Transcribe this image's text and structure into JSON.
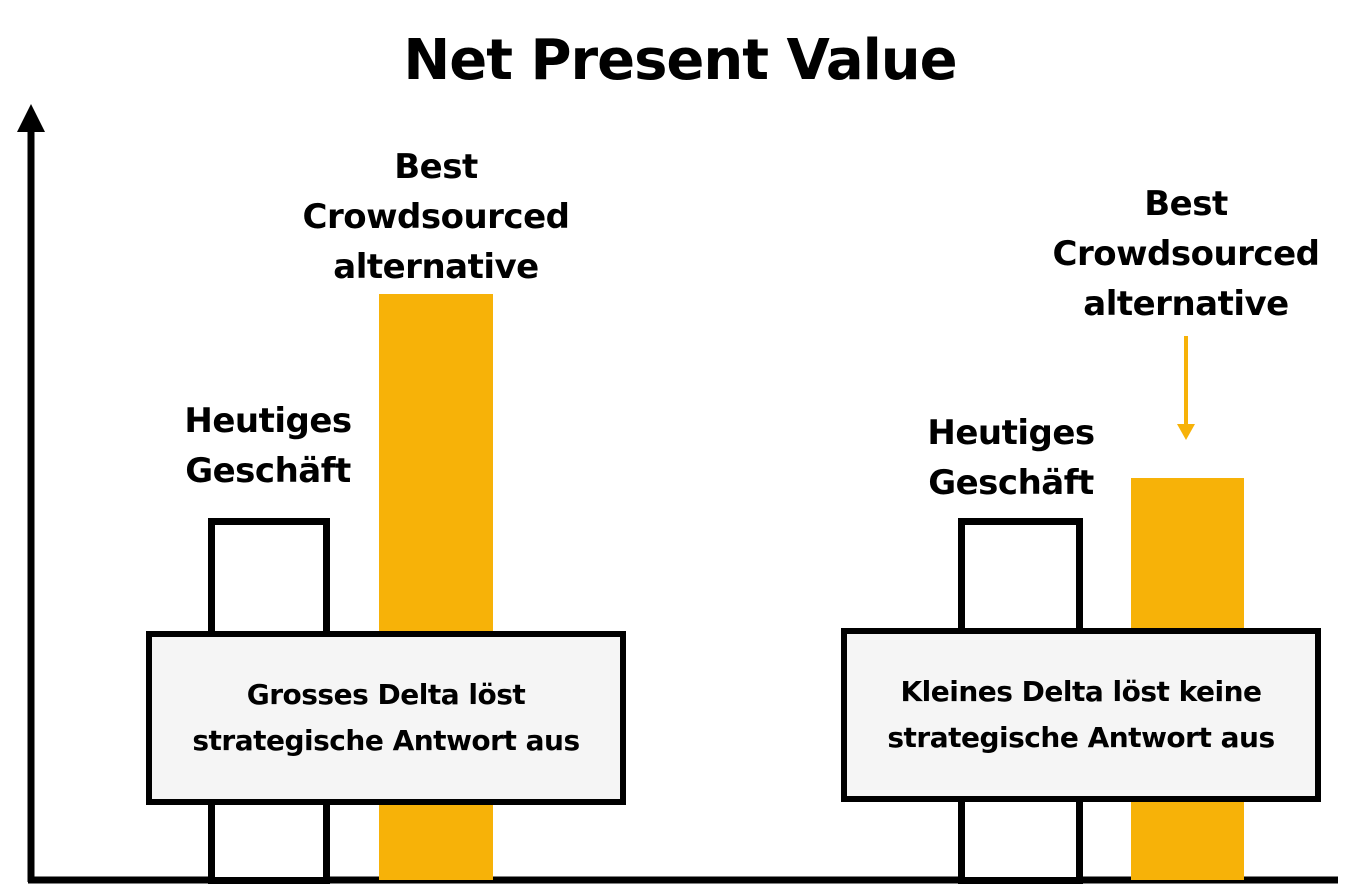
{
  "title": "Net Present Value",
  "colors": {
    "accent": "#f7b208",
    "box_fill": "#f5f5f5",
    "line": "#000000"
  },
  "left_group": {
    "current_label": [
      "Heutiges",
      "Geschäft"
    ],
    "best_label": [
      "Best",
      "Crowdsourced",
      "alternative"
    ],
    "delta_text": [
      "Grosses Delta löst",
      "strategische Antwort aus"
    ]
  },
  "right_group": {
    "current_label": [
      "Heutiges",
      "Geschäft"
    ],
    "best_label": [
      "Best",
      "Crowdsourced",
      "alternative"
    ],
    "delta_text": [
      "Kleines Delta löst keine",
      "strategische Antwort aus"
    ]
  }
}
